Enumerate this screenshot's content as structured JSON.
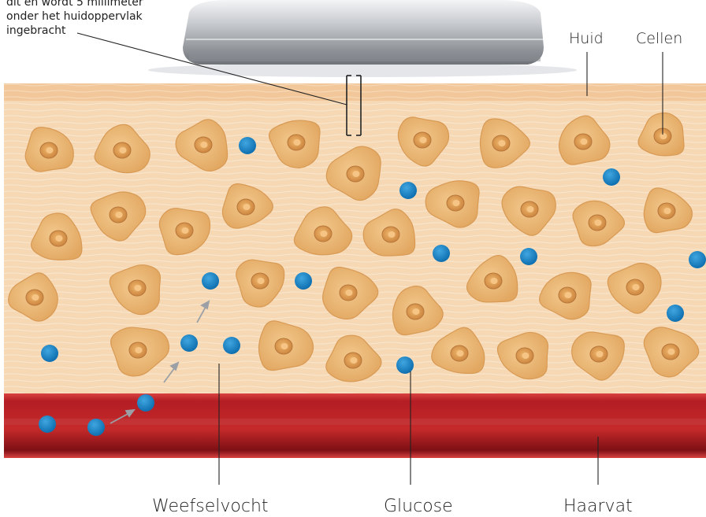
{
  "note": {
    "line1": "dit en wordt 5 millimeter",
    "line2": "onder het huidoppervlak",
    "line3": "ingebracht"
  },
  "labels": {
    "huid": "Huid",
    "cellen": "Cellen",
    "weefselvocht": "Weefselvocht",
    "glucose": "Glucose",
    "haarvat": "Haarvat"
  },
  "colors": {
    "skin": "#f6d9b4",
    "skin_top": "#f2c89a",
    "cell_fill": "#e9b773",
    "cell_edge": "#d89a55",
    "nucleus": "#d4914a",
    "glucose": "#1a86c8",
    "vessel": "#b31d24",
    "vessel_dark": "#7d0f14",
    "sensor": "#bfc3c7"
  },
  "icons": {
    "arrow": "arrow-icon",
    "sensor": "sensor-icon"
  }
}
